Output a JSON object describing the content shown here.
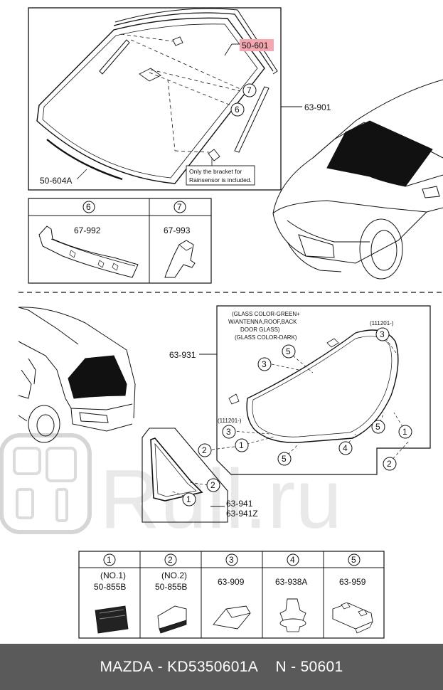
{
  "callouts": {
    "top_part": "50-601",
    "molding": "50-604A",
    "windshield_assy": "63-901",
    "item6_part": "67-992",
    "item7_part": "67-993",
    "back_glass_assy": "63-931",
    "quarter_glass_a": "63-941",
    "quarter_glass_b": "63-941Z",
    "code_left": "(111201-)",
    "code_right": "(111201-)"
  },
  "notes": {
    "bracket_line1": "Only the bracket for",
    "bracket_line2": "Rainsensor is included.",
    "glass_line1": "(GLASS COLOR-GREEN+",
    "glass_line2": "W/ANTENNA,ROOF,BACK",
    "glass_line3": "DOOR GLASS)",
    "glass_line4": "(GLASS COLOR-DARK)"
  },
  "circle_numbers": [
    "1",
    "2",
    "3",
    "4",
    "5",
    "6",
    "7"
  ],
  "table": [
    {
      "num": "1",
      "line1": "(NO.1)",
      "line2": "50-855B"
    },
    {
      "num": "2",
      "line1": "(NO.2)",
      "line2": "50-855B"
    },
    {
      "num": "3",
      "line1": "63-909",
      "line2": ""
    },
    {
      "num": "4",
      "line1": "63-938A",
      "line2": ""
    },
    {
      "num": "5",
      "line1": "63-959",
      "line2": ""
    }
  ],
  "watermark": "Rull.ru",
  "footer": {
    "brand": "MAZDA",
    "sep1": " - ",
    "part_no": "KD5350601A",
    "sep2": "    ",
    "ref": "N - 50601"
  },
  "colors": {
    "highlight_box": "#f4a7b0",
    "glass_dark": "#111111",
    "footer_bg": "#5a5a5a"
  }
}
